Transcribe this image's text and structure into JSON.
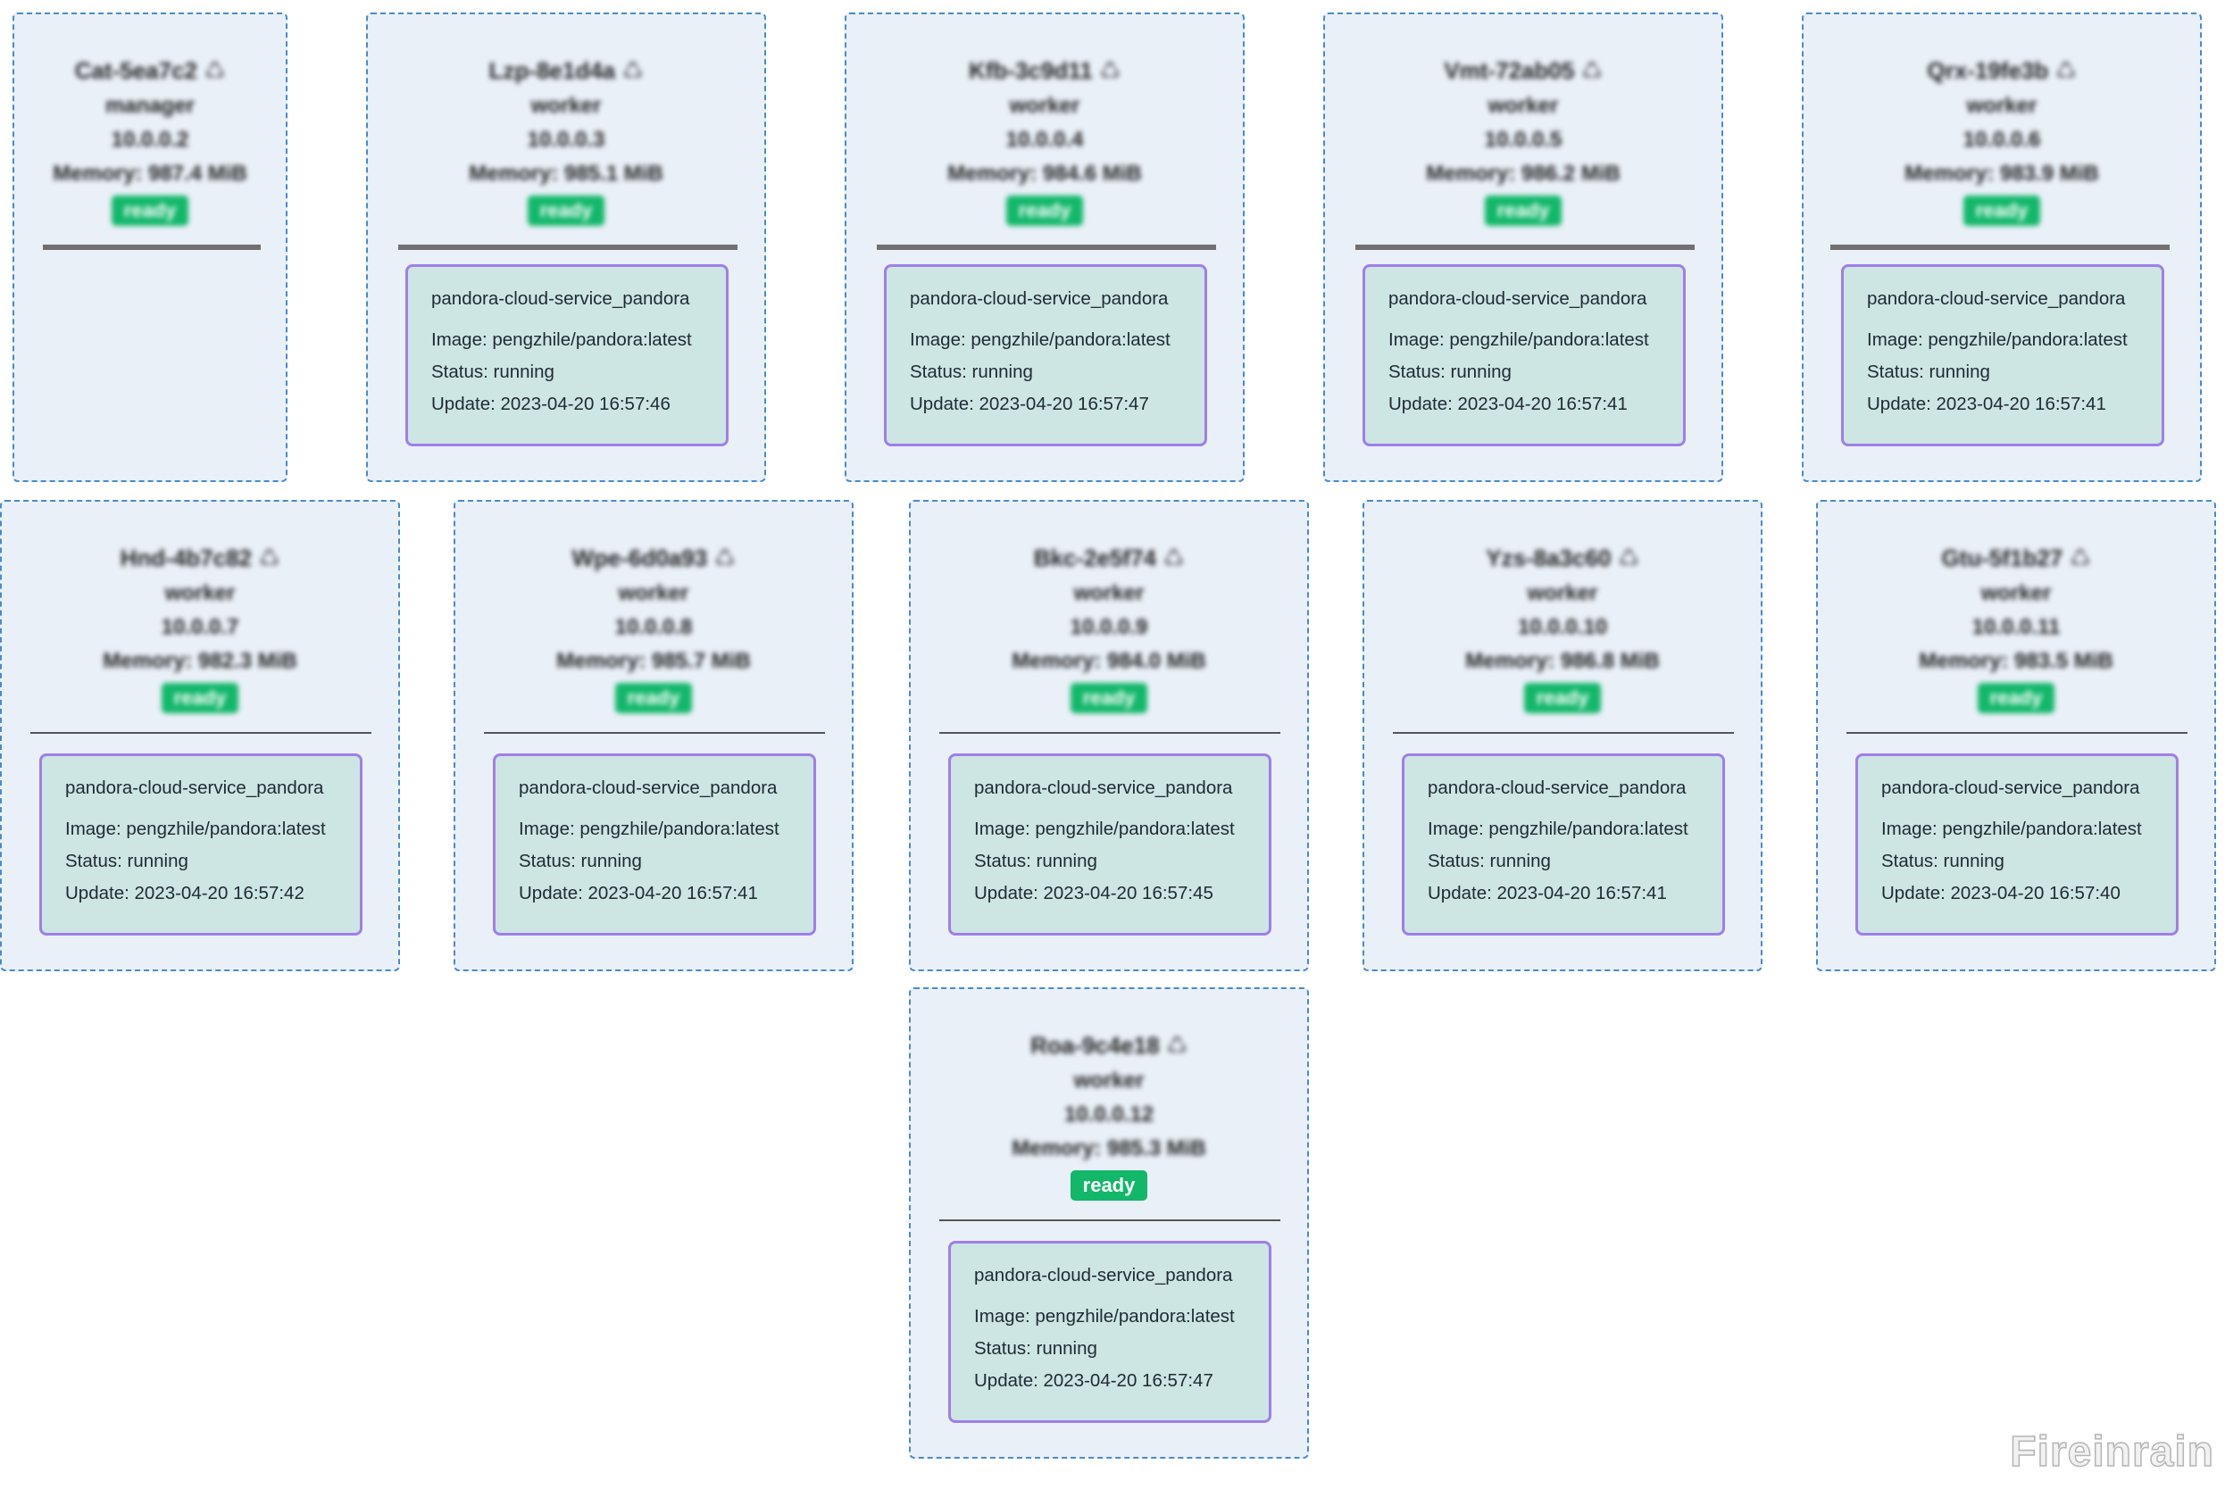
{
  "nodes": [
    {
      "name": "Cat-5ea7c2",
      "role": "manager",
      "ip": "10.0.0.2",
      "memory": "Memory: 987.4 MiB",
      "status": "ready",
      "service": null
    },
    {
      "name": "Lzp-8e1d4a",
      "role": "worker",
      "ip": "10.0.0.3",
      "memory": "Memory: 985.1 MiB",
      "status": "ready",
      "service": {
        "name": "pandora-cloud-service_pandora",
        "image": "Image: pengzhile/pandora:latest",
        "status": "Status: running",
        "update": "Update: 2023-04-20 16:57:46"
      }
    },
    {
      "name": "Kfb-3c9d11",
      "role": "worker",
      "ip": "10.0.0.4",
      "memory": "Memory: 984.6 MiB",
      "status": "ready",
      "service": {
        "name": "pandora-cloud-service_pandora",
        "image": "Image: pengzhile/pandora:latest",
        "status": "Status: running",
        "update": "Update: 2023-04-20 16:57:47"
      }
    },
    {
      "name": "Vmt-72ab05",
      "role": "worker",
      "ip": "10.0.0.5",
      "memory": "Memory: 986.2 MiB",
      "status": "ready",
      "service": {
        "name": "pandora-cloud-service_pandora",
        "image": "Image: pengzhile/pandora:latest",
        "status": "Status: running",
        "update": "Update: 2023-04-20 16:57:41"
      }
    },
    {
      "name": "Qrx-19fe3b",
      "role": "worker",
      "ip": "10.0.0.6",
      "memory": "Memory: 983.9 MiB",
      "status": "ready",
      "service": {
        "name": "pandora-cloud-service_pandora",
        "image": "Image: pengzhile/pandora:latest",
        "status": "Status: running",
        "update": "Update: 2023-04-20 16:57:41"
      }
    },
    {
      "name": "Hnd-4b7c82",
      "role": "worker",
      "ip": "10.0.0.7",
      "memory": "Memory: 982.3 MiB",
      "status": "ready",
      "service": {
        "name": "pandora-cloud-service_pandora",
        "image": "Image: pengzhile/pandora:latest",
        "status": "Status: running",
        "update": "Update: 2023-04-20 16:57:42"
      }
    },
    {
      "name": "Wpe-6d0a93",
      "role": "worker",
      "ip": "10.0.0.8",
      "memory": "Memory: 985.7 MiB",
      "status": "ready",
      "service": {
        "name": "pandora-cloud-service_pandora",
        "image": "Image: pengzhile/pandora:latest",
        "status": "Status: running",
        "update": "Update: 2023-04-20 16:57:41"
      }
    },
    {
      "name": "Bkc-2e5f74",
      "role": "worker",
      "ip": "10.0.0.9",
      "memory": "Memory: 984.0 MiB",
      "status": "ready",
      "service": {
        "name": "pandora-cloud-service_pandora",
        "image": "Image: pengzhile/pandora:latest",
        "status": "Status: running",
        "update": "Update: 2023-04-20 16:57:45"
      }
    },
    {
      "name": "Yzs-8a3c60",
      "role": "worker",
      "ip": "10.0.0.10",
      "memory": "Memory: 986.8 MiB",
      "status": "ready",
      "service": {
        "name": "pandora-cloud-service_pandora",
        "image": "Image: pengzhile/pandora:latest",
        "status": "Status: running",
        "update": "Update: 2023-04-20 16:57:41"
      }
    },
    {
      "name": "Gtu-5f1b27",
      "role": "worker",
      "ip": "10.0.0.11",
      "memory": "Memory: 983.5 MiB",
      "status": "ready",
      "service": {
        "name": "pandora-cloud-service_pandora",
        "image": "Image: pengzhile/pandora:latest",
        "status": "Status: running",
        "update": "Update: 2023-04-20 16:57:40"
      }
    },
    {
      "name": "Roa-9c4e18",
      "role": "worker",
      "ip": "10.0.0.12",
      "memory": "Memory: 985.3 MiB",
      "status": "ready",
      "service": {
        "name": "pandora-cloud-service_pandora",
        "image": "Image: pengzhile/pandora:latest",
        "status": "Status: running",
        "update": "Update: 2023-04-20 16:57:47"
      }
    }
  ],
  "node_icon": "recycle-icon",
  "watermark": "Fireinrain"
}
